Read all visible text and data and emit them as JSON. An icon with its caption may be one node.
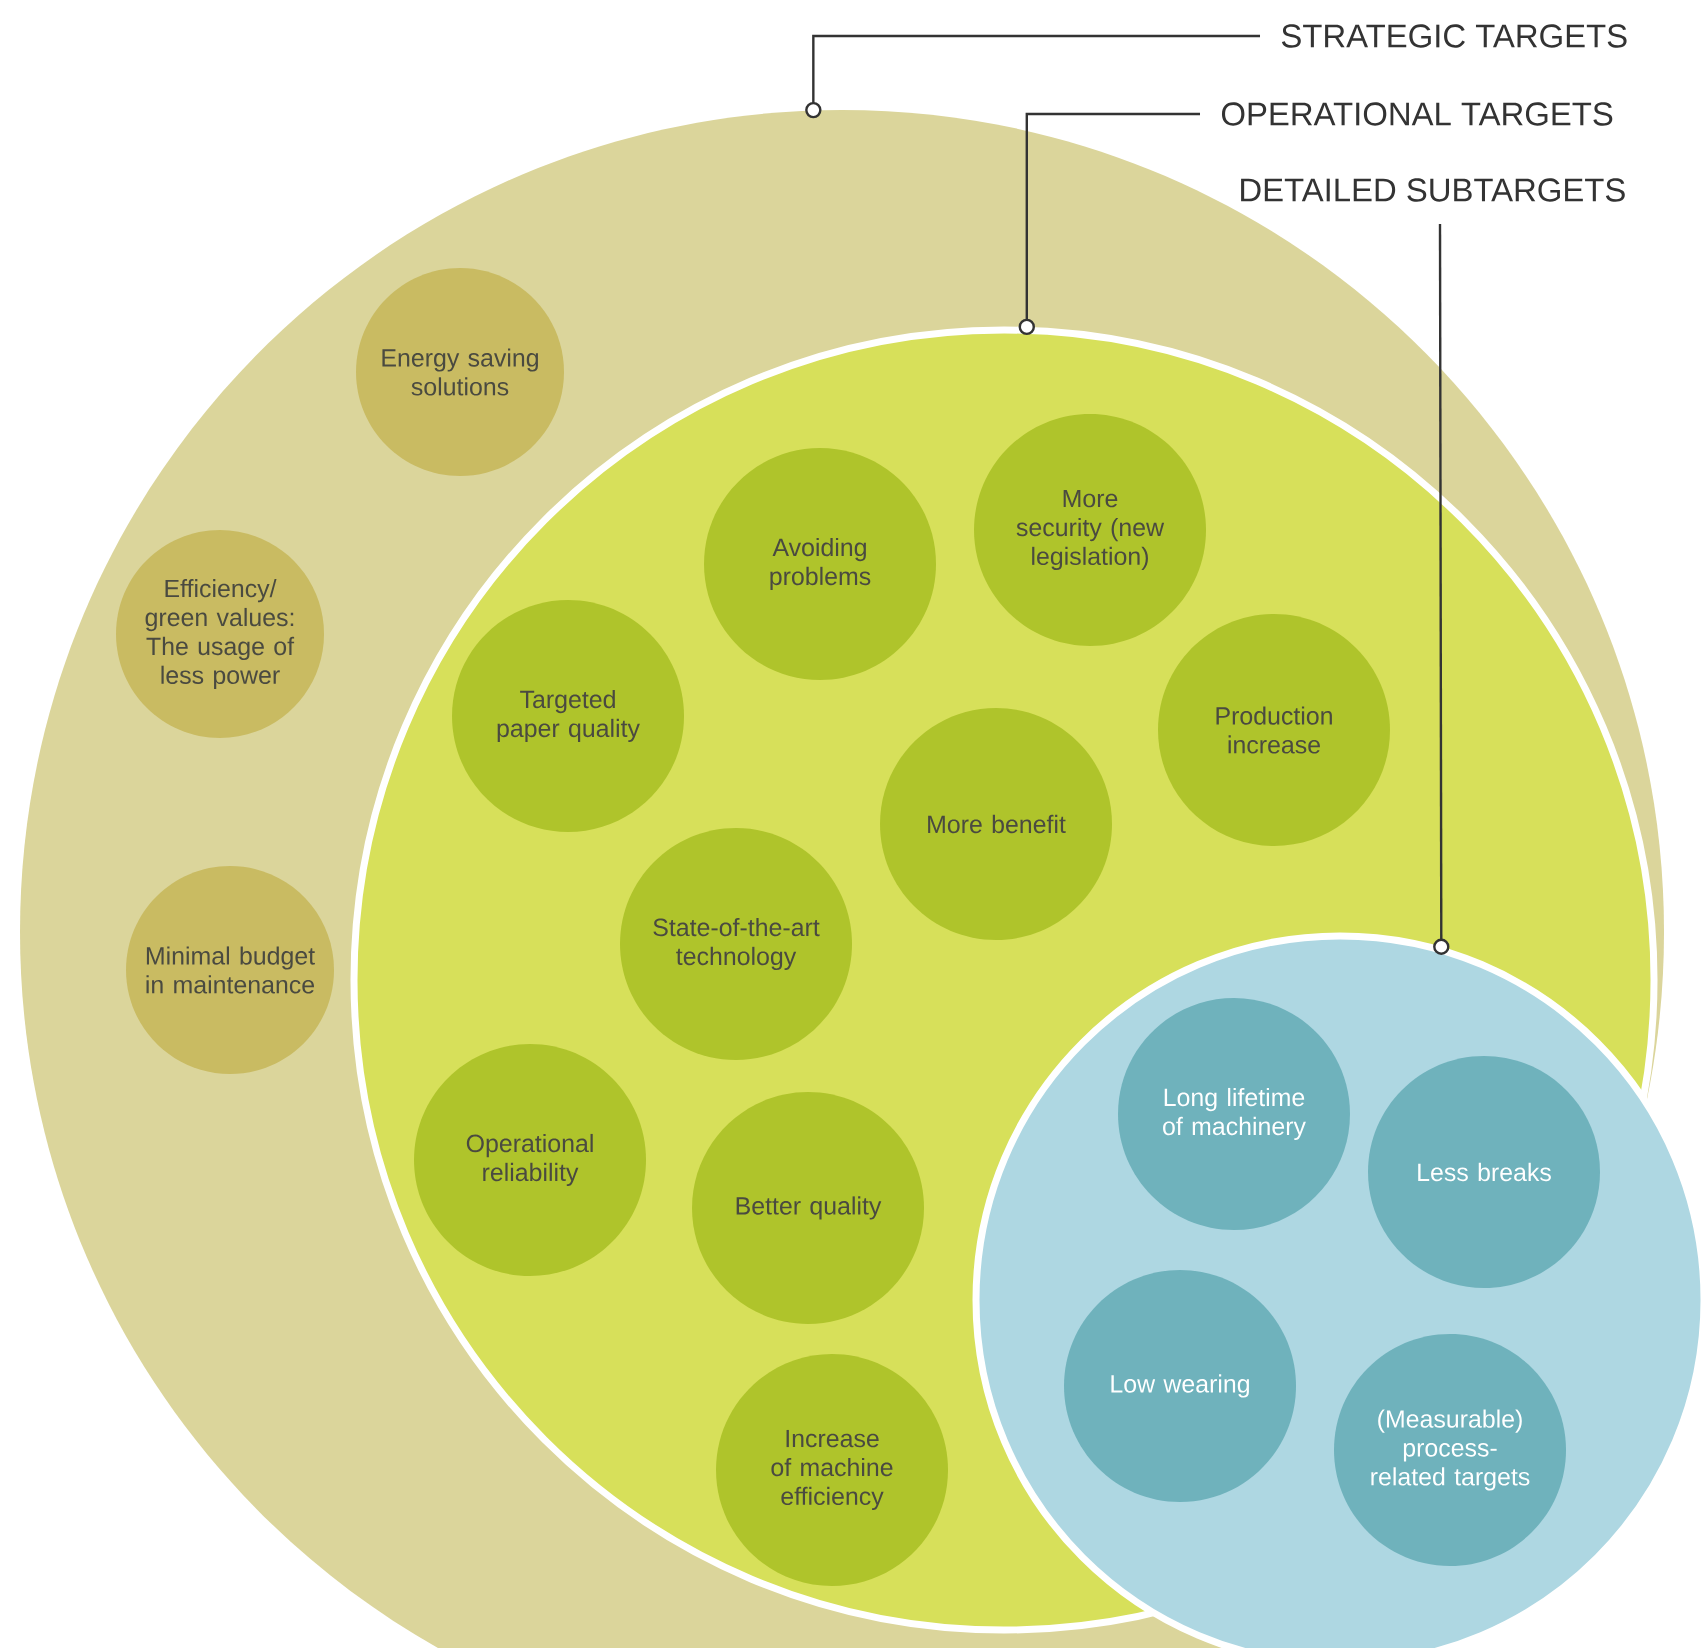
{
  "diagram": {
    "nodes": [
      {
        "text": [],
        "shape": "circle"
      },
      {
        "text": [],
        "shape": "circle",
        "in": 0
      },
      {
        "text": [],
        "shape": "circle"
      },
      {
        "text": [
          "Energy saving solutions"
        ],
        "in": 0
      },
      {
        "text": [
          "Efficiency/ green values: The usage of less power"
        ],
        "in": 0
      },
      {
        "text": [
          "Minimal budget in maintenance"
        ],
        "in": 0
      },
      {
        "text": [
          "Avoiding problems"
        ],
        "in": 1
      },
      {
        "text": [
          "More security (new legislation)"
        ],
        "in": 1
      },
      {
        "text": [
          "Targeted paper quality"
        ],
        "in": 1
      },
      {
        "text": [
          "Production increase"
        ],
        "in": 1
      },
      {
        "text": [
          "More benefit"
        ],
        "in": 1
      },
      {
        "text": [
          "State-of-the-art technology"
        ],
        "in": 1
      },
      {
        "text": [
          "Operational reliability"
        ],
        "in": 1
      },
      {
        "text": [
          "Better quality"
        ],
        "in": 1
      },
      {
        "text": [
          "Increase of machine efficiency"
        ],
        "in": 1
      },
      {
        "text": [
          "Long lifetime of machinery"
        ],
        "in": 2
      },
      {
        "text": [
          "Less breaks"
        ],
        "in": 2
      },
      {
        "text": [
          "Low wearing"
        ],
        "in": 2
      },
      {
        "text": [
          "(Measurable) process-related targets"
        ],
        "in": 2
      },
      {
        "text": [
          "STRATEGIC TARGETS"
        ]
      },
      {
        "text": [
          "OPERATIONAL TARGETS"
        ]
      },
      {
        "text": [
          "DETAILED SUBTARGETS"
        ]
      }
    ],
    "edges": [
      {
        "from": 19,
        "to": 0,
        "arrow": "other"
      },
      {
        "from": 20,
        "to": 1,
        "arrow": "other"
      },
      {
        "from": 21,
        "to": 2,
        "arrow": "other"
      }
    ]
  }
}
